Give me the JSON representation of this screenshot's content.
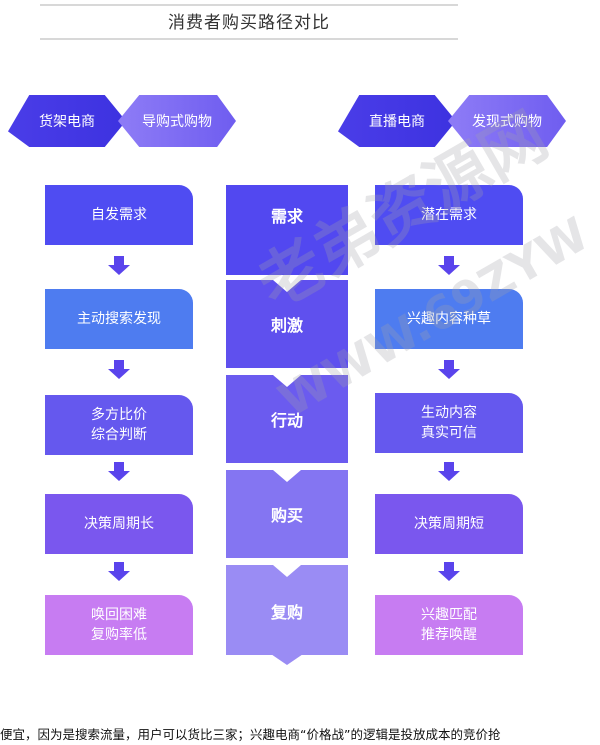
{
  "title": "消费者购买路径对比",
  "left": {
    "header": {
      "primary": "货架电商",
      "secondary": "导购式购物"
    },
    "steps": [
      {
        "lines": [
          "自发需求"
        ],
        "color": "#4f4cf2"
      },
      {
        "lines": [
          "主动搜索发现"
        ],
        "color": "#4e7cf0"
      },
      {
        "lines": [
          "多方比价",
          "综合判断"
        ],
        "color": "#6558ee"
      },
      {
        "lines": [
          "决策周期长"
        ],
        "color": "#7a57ee"
      },
      {
        "lines": [
          "唤回困难",
          "复购率低"
        ],
        "color": "#c77cf2"
      }
    ]
  },
  "right": {
    "header": {
      "primary": "直播电商",
      "secondary": "发现式购物"
    },
    "steps": [
      {
        "lines": [
          "潜在需求"
        ],
        "color": "#4f4cf2"
      },
      {
        "lines": [
          "兴趣内容种草"
        ],
        "color": "#4e7cf0"
      },
      {
        "lines": [
          "生动内容",
          "真实可信"
        ],
        "color": "#6558ee"
      },
      {
        "lines": [
          "决策周期短"
        ],
        "color": "#7a57ee"
      },
      {
        "lines": [
          "兴趣匹配",
          "推荐唤醒"
        ],
        "color": "#c77cf2"
      }
    ]
  },
  "stages": [
    {
      "label": "需求",
      "color": "#5248f0"
    },
    {
      "label": "刺激",
      "color": "#5f50ee"
    },
    {
      "label": "行动",
      "color": "#6b5bef"
    },
    {
      "label": "购买",
      "color": "#8475f2"
    },
    {
      "label": "复购",
      "color": "#9a8cf4"
    }
  ],
  "footer_text": "便宜，因为是搜索流量，用户可以货比三家；兴趣电商“价格战”的逻辑是投放成本的竞价抢",
  "watermark": {
    "text_cn": "老弟资源网",
    "text_en": "WWW.69ZYW"
  }
}
